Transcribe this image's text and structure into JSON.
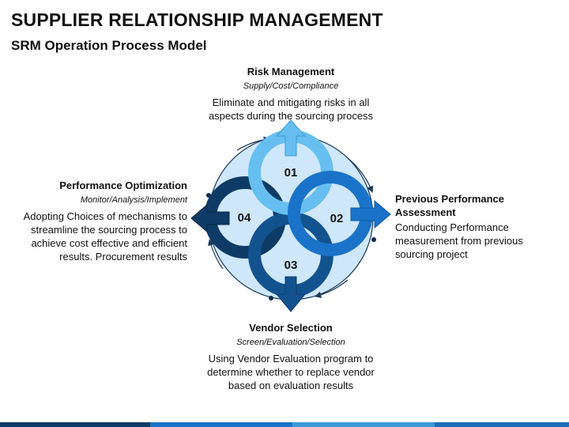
{
  "header": {
    "title": "SUPPLIER RELATIONSHIP MANAGEMENT",
    "subtitle": "SRM Operation Process Model"
  },
  "stages": {
    "risk": {
      "number": "01",
      "heading": "Risk Management",
      "sub": "Supply/Cost/Compliance",
      "desc_lines": [
        "Eliminate and mitigating risks in all",
        "aspects during the sourcing process"
      ]
    },
    "previous": {
      "number": "02",
      "heading": "Previous Performance Assessment",
      "desc_lines": [
        "Conducting Performance",
        "measurement from previous",
        "sourcing project"
      ]
    },
    "vendor": {
      "number": "03",
      "heading": "Vendor Selection",
      "sub": "Screen/Evaluation/Selection",
      "desc_lines": [
        "Using Vendor Evaluation program to",
        "determine whether to replace vendor",
        "based on evaluation results"
      ]
    },
    "performance": {
      "number": "04",
      "heading": "Performance Optimization",
      "sub": "Monitor/Analysis/Implement",
      "desc_lines": [
        "Adopting Choices of mechanisms to",
        "streamline the sourcing process to",
        "achieve cost effective and efficient",
        "results. Procurement results"
      ]
    }
  },
  "colors": {
    "ring_01": "#66bff0",
    "ring_02": "#1a73c9",
    "ring_03": "#12528f",
    "ring_04": "#0d3b66",
    "disc": "#cfe7fb",
    "outline": "#1b3a5c"
  }
}
